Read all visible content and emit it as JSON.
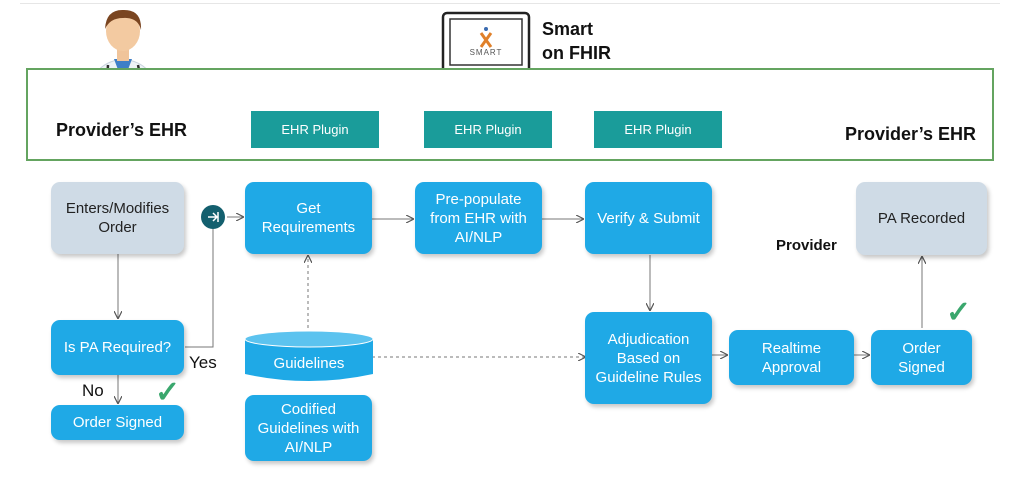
{
  "header": {
    "smart_line1": "Smart",
    "smart_line2": "on FHIR",
    "smart_logo": "SMART"
  },
  "ehr": {
    "left_label": "Provider’s EHR",
    "right_label": "Provider’s EHR",
    "plugins": [
      "EHR Plugin",
      "EHR Plugin",
      "EHR Plugin"
    ]
  },
  "flow": {
    "enters_order": "Enters/Modifies Order",
    "is_pa_required": "Is PA Required?",
    "yes": "Yes",
    "no": "No",
    "order_signed_left": "Order Signed",
    "get_requirements": "Get Requirements",
    "prepopulate": "Pre-populate from EHR with AI/NLP",
    "verify_submit": "Verify & Submit",
    "guidelines": "Guidelines",
    "codified": "Codified Guidelines with AI/NLP",
    "adjudication": "Adjudication Based on Guideline Rules",
    "realtime": "Realtime Approval",
    "order_signed_right": "Order Signed",
    "pa_recorded": "PA Recorded",
    "provider": "Provider",
    "check": "✓"
  },
  "colors": {
    "flow_blue": "#1fa9e6",
    "plugin_teal": "#1a9c9a",
    "frame_green": "#64a460",
    "grey_box": "#cfdbe6",
    "check_green": "#3aa76d"
  }
}
